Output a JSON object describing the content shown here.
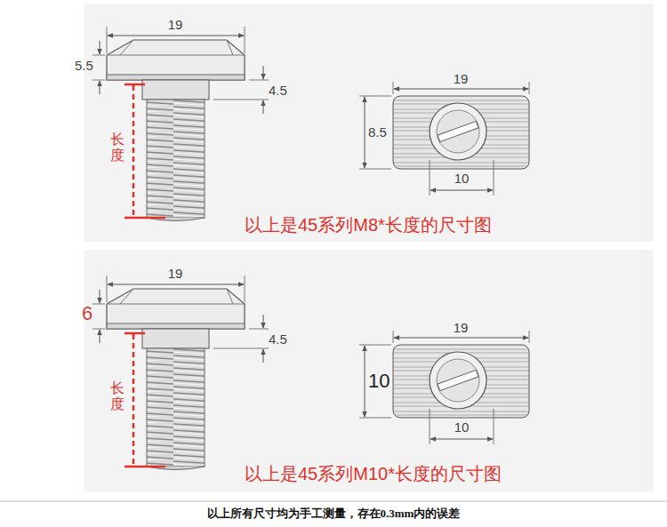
{
  "diagram": {
    "caption": "以上所有尺寸均为手工测量，存在0.3mm内的误差",
    "labels": [
      "19",
      "5.5",
      "4.5",
      "长度",
      "19",
      "8.5",
      "10",
      "以上是45系列M8*长度的尺寸图",
      "19",
      "6",
      "4.5",
      "长度",
      "19",
      "10",
      "10",
      "以上是45系列M10*长度的尺寸图"
    ]
  }
}
